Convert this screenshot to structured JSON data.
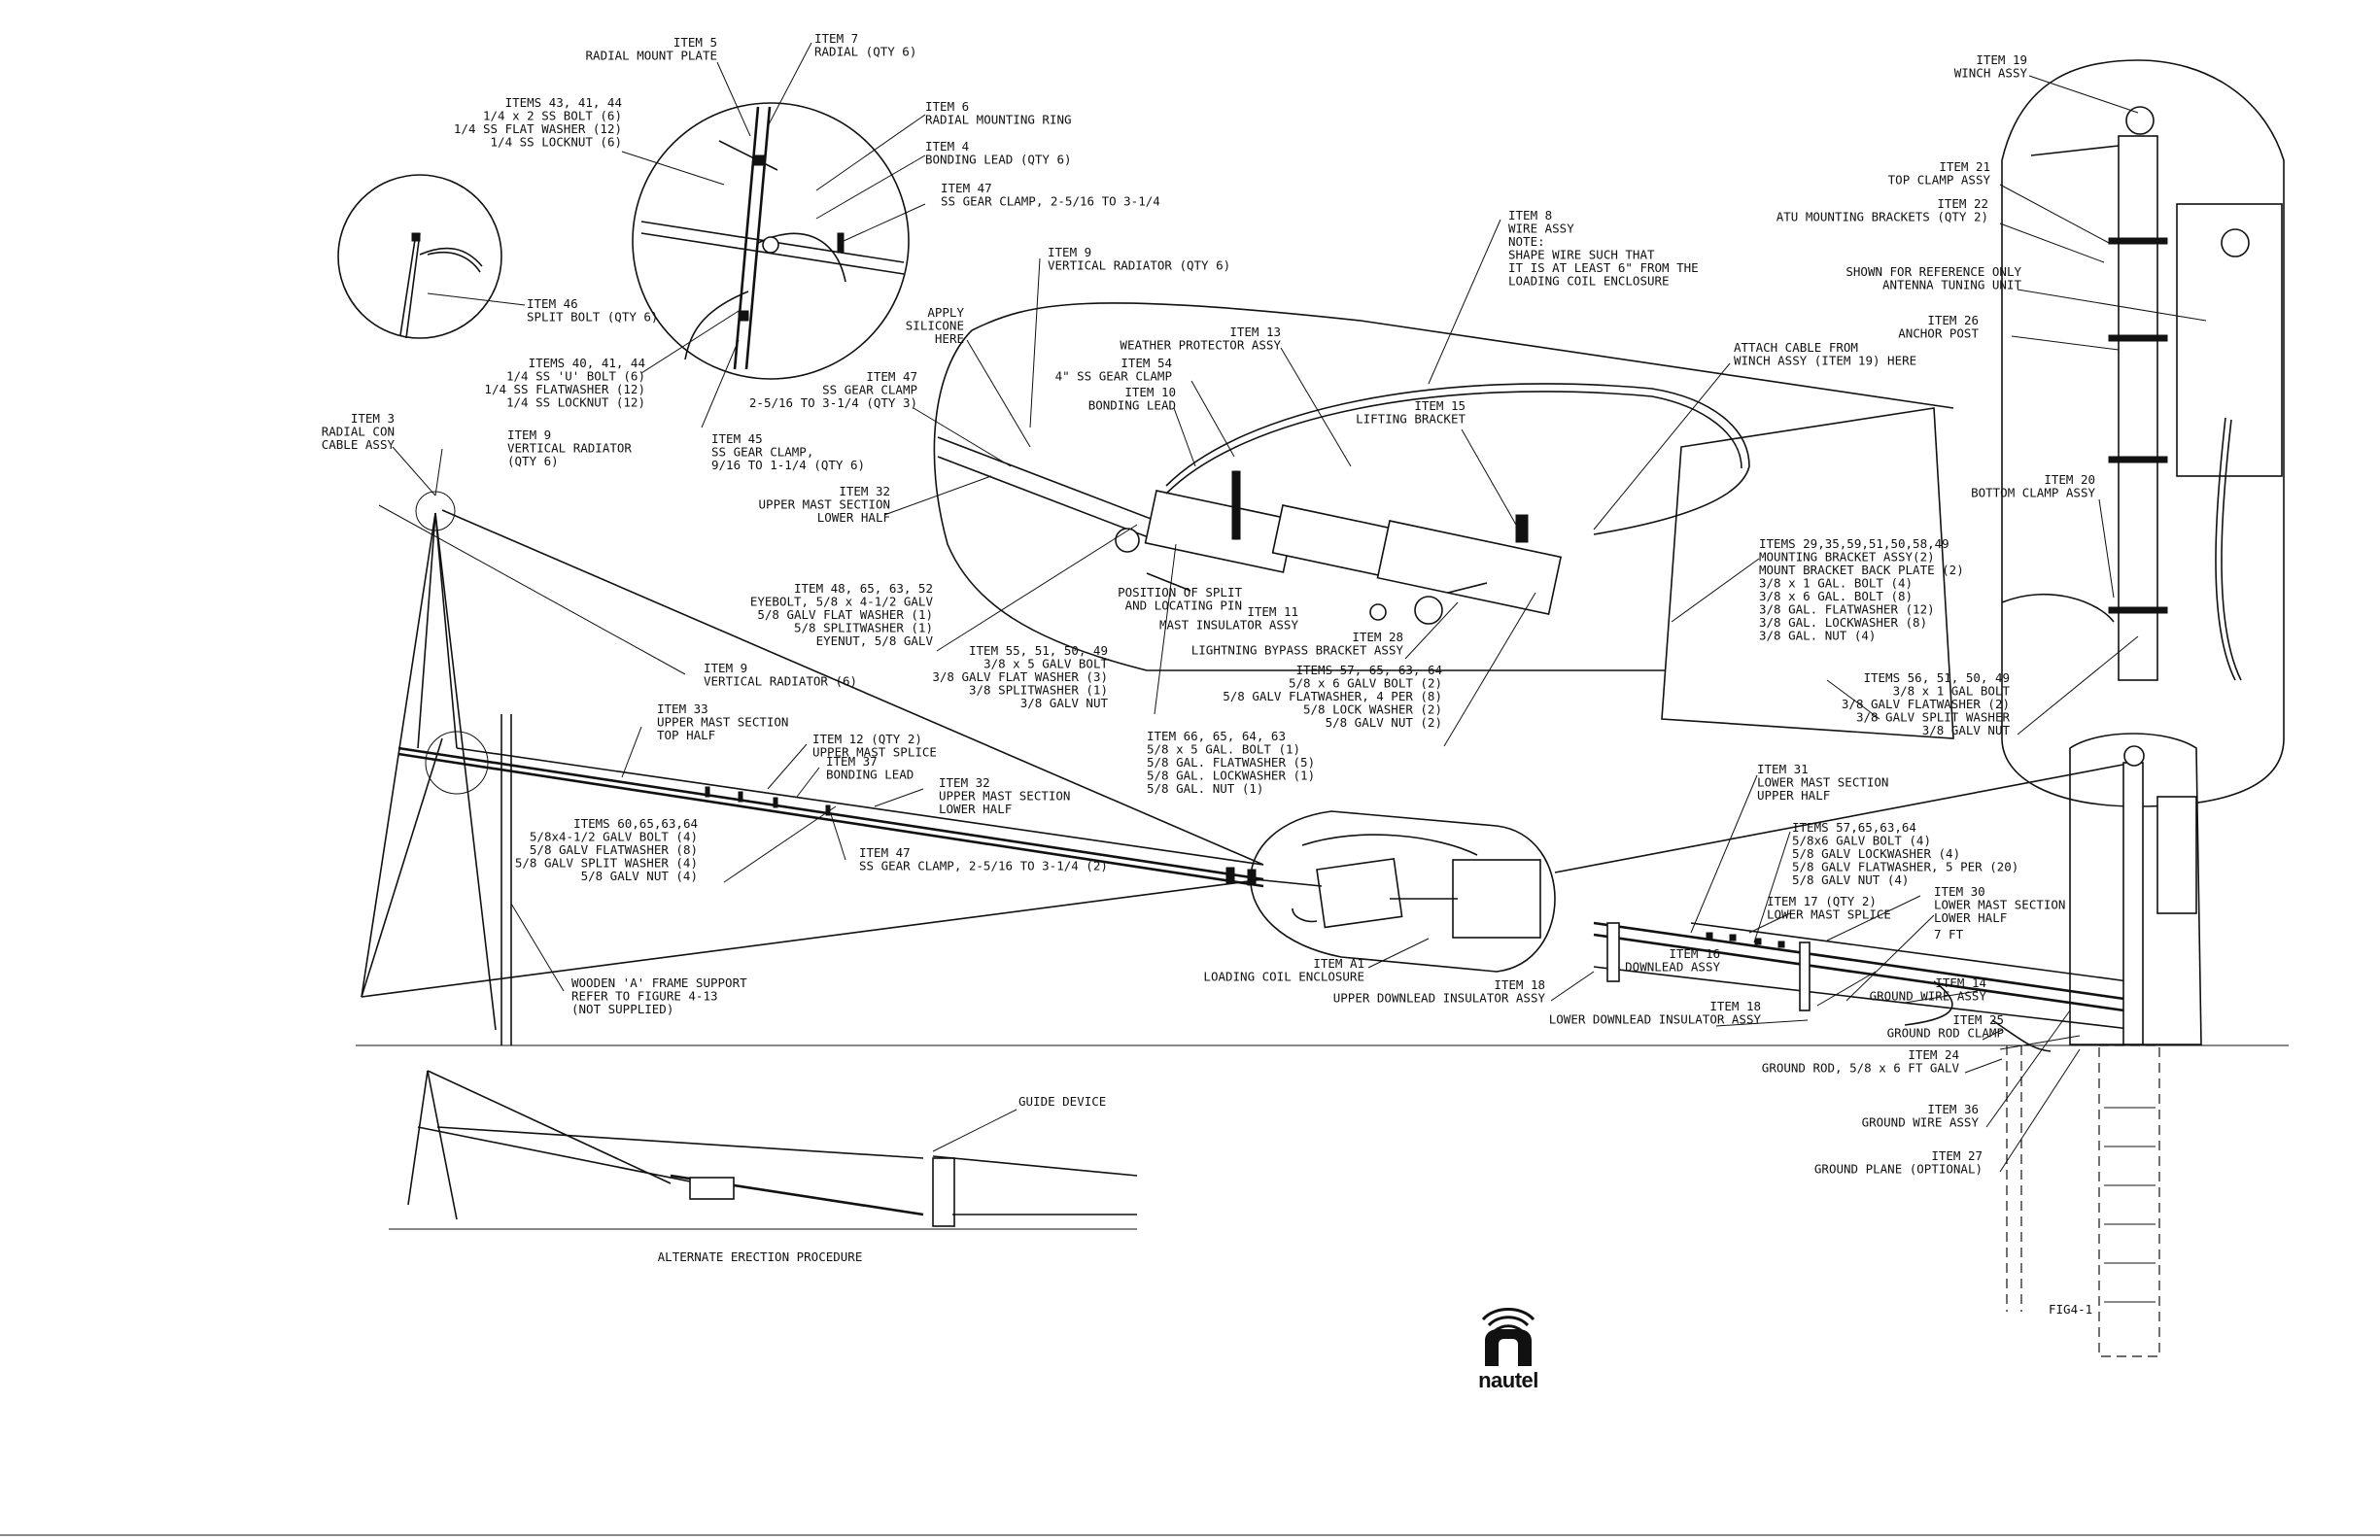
{
  "callouts": {
    "c_item5": [
      "ITEM 5",
      "RADIAL MOUNT PLATE"
    ],
    "c_item7": [
      "ITEM 7",
      "RADIAL (QTY 6)"
    ],
    "c_items43": [
      "ITEMS 43, 41, 44",
      "1/4 x 2 SS BOLT (6)",
      "1/4 SS FLAT WASHER (12)",
      "1/4 SS LOCKNUT (6)"
    ],
    "c_item6": [
      "ITEM 6",
      "RADIAL MOUNTING RING"
    ],
    "c_item4": [
      "ITEM 4",
      "BONDING LEAD (QTY 6)"
    ],
    "c_item47a": [
      "ITEM 47",
      "SS GEAR CLAMP, 2-5/16 TO 3-1/4"
    ],
    "c_item46": [
      "ITEM 46",
      "SPLIT BOLT (QTY 6)"
    ],
    "c_items40": [
      "ITEMS 40, 41, 44",
      "1/4 SS 'U' BOLT (6)",
      "1/4 SS FLATWASHER (12)",
      "1/4 SS LOCKNUT (12)"
    ],
    "c_item3": [
      "ITEM 3",
      "RADIAL CON",
      "CABLE ASSY"
    ],
    "c_item9a": [
      "ITEM 9",
      "VERTICAL RADIATOR",
      "(QTY 6)"
    ],
    "c_item45": [
      "ITEM 45",
      "SS GEAR CLAMP,",
      "9/16 TO 1-1/4 (QTY 6)"
    ],
    "c_item9b": [
      "ITEM 9",
      "VERTICAL RADIATOR (QTY 6)"
    ],
    "c_apply": [
      "APPLY",
      "SILICONE",
      "HERE"
    ],
    "c_item47b": [
      "ITEM 47",
      "SS GEAR CLAMP",
      "2-5/16 TO 3-1/4 (QTY 3)"
    ],
    "c_item32a": [
      "ITEM 32",
      "UPPER MAST SECTION",
      "LOWER HALF"
    ],
    "c_items48": [
      "ITEM 48, 65, 63, 52",
      "EYEBOLT, 5/8 x 4-1/2 GALV",
      "5/8 GALV FLAT WASHER (1)",
      "5/8 SPLITWASHER (1)",
      "EYENUT, 5/8 GALV"
    ],
    "c_item13": [
      "ITEM 13",
      "WEATHER PROTECTOR ASSY"
    ],
    "c_item54": [
      "ITEM 54",
      "4\" SS GEAR CLAMP"
    ],
    "c_item10": [
      "ITEM 10",
      "BONDING LEAD"
    ],
    "c_item8": [
      "ITEM 8",
      "WIRE ASSY",
      "NOTE:",
      "SHAPE WIRE SUCH THAT",
      "IT IS AT LEAST 6\" FROM THE",
      "LOADING COIL ENCLOSURE"
    ],
    "c_attach": [
      "ATTACH CABLE FROM",
      "WINCH ASSY (ITEM 19) HERE"
    ],
    "c_item15": [
      "ITEM 15",
      "LIFTING BRACKET"
    ],
    "c_position": [
      "POSITION OF SPLIT",
      "AND LOCATING PIN"
    ],
    "c_item11": [
      "ITEM 11",
      "MAST INSULATOR ASSY"
    ],
    "c_item28": [
      "ITEM 28",
      "LIGHTNING BYPASS BRACKET ASSY"
    ],
    "c_items29": [
      "ITEMS 29,35,59,51,50,58,49",
      "MOUNTING BRACKET ASSY(2)",
      "MOUNT BRACKET BACK PLATE (2)",
      "3/8 x 1 GAL. BOLT (4)",
      "3/8 x 6 GAL. BOLT (8)",
      "3/8 GAL. FLATWASHER (12)",
      "3/8 GAL. LOCKWASHER (8)",
      "3/8 GAL. NUT (4)"
    ],
    "c_item9c": [
      "ITEM 9",
      "VERTICAL RADIATOR (6)"
    ],
    "c_items55": [
      "ITEM 55, 51, 50, 49",
      "3/8 x 5 GALV BOLT",
      "3/8 GALV FLAT WASHER (3)",
      "3/8 SPLITWASHER (1)",
      "3/8 GALV NUT"
    ],
    "c_items57a": [
      "ITEMS 57, 65, 63, 64",
      "5/8 x 6 GALV BOLT (2)",
      "5/8 GALV FLATWASHER, 4 PER (8)",
      "5/8 LOCK WASHER (2)",
      "5/8 GALV NUT (2)"
    ],
    "c_items66": [
      "ITEM 66, 65, 64, 63",
      "5/8 x 5 GAL. BOLT (1)",
      "5/8 GAL. FLATWASHER (5)",
      "5/8 GAL. LOCKWASHER (1)",
      "5/8 GAL. NUT (1)"
    ],
    "c_item33": [
      "ITEM 33",
      "UPPER MAST SECTION",
      "TOP HALF"
    ],
    "c_item12": [
      "ITEM 12 (QTY 2)",
      "UPPER MAST SPLICE"
    ],
    "c_item37": [
      "ITEM 37",
      "BONDING LEAD"
    ],
    "c_item32b": [
      "ITEM 32",
      "UPPER MAST SECTION",
      "LOWER HALF"
    ],
    "c_items60": [
      "ITEMS 60,65,63,64",
      "5/8x4-1/2 GALV BOLT (4)",
      "5/8 GALV FLATWASHER (8)",
      "5/8 GALV SPLIT WASHER (4)",
      "5/8 GALV NUT (4)"
    ],
    "c_item47c": [
      "ITEM 47",
      "SS GEAR CLAMP, 2-5/16 TO 3-1/4 (2)"
    ],
    "c_wooden": [
      "WOODEN 'A' FRAME SUPPORT",
      "REFER TO FIGURE 4-13",
      "(NOT SUPPLIED)"
    ],
    "c_itemA1": [
      "ITEM A1",
      "LOADING COIL ENCLOSURE"
    ],
    "c_item18a": [
      "ITEM 18",
      "UPPER DOWNLEAD INSULATOR ASSY"
    ],
    "c_item31": [
      "ITEM 31",
      "LOWER MAST SECTION",
      "UPPER HALF"
    ],
    "c_items57b": [
      "ITEMS 57,65,63,64",
      "5/8x6 GALV BOLT (4)",
      "5/8 GALV LOCKWASHER (4)",
      "5/8 GALV FLATWASHER, 5 PER (20)",
      "5/8 GALV NUT (4)"
    ],
    "c_item17": [
      "ITEM 17 (QTY 2)",
      "LOWER MAST SPLICE"
    ],
    "c_item30": [
      "ITEM 30",
      "LOWER MAST SECTION",
      "LOWER HALF"
    ],
    "c_7ft": [
      "7 FT"
    ],
    "c_item16": [
      "ITEM 16",
      "DOWNLEAD ASSY"
    ],
    "c_item14": [
      "ITEM 14",
      "GROUND WIRE ASSY"
    ],
    "c_item18b": [
      "ITEM 18",
      "LOWER DOWNLEAD INSULATOR ASSY"
    ],
    "c_item25": [
      "ITEM 25",
      "GROUND ROD CLAMP"
    ],
    "c_item24": [
      "ITEM 24",
      "GROUND ROD, 5/8 x 6 FT GALV"
    ],
    "c_item36": [
      "ITEM 36",
      "GROUND WIRE ASSY"
    ],
    "c_item27": [
      "ITEM 27",
      "GROUND PLANE (OPTIONAL)"
    ],
    "c_item19": [
      "ITEM 19",
      "WINCH ASSY"
    ],
    "c_item21": [
      "ITEM 21",
      "TOP CLAMP ASSY"
    ],
    "c_item22": [
      "ITEM 22",
      "ATU MOUNTING BRACKETS (QTY 2)"
    ],
    "c_shown": [
      "SHOWN FOR REFERENCE ONLY",
      "ANTENNA TUNING UNIT"
    ],
    "c_item26": [
      "ITEM 26",
      "ANCHOR POST"
    ],
    "c_item20": [
      "ITEM 20",
      "BOTTOM CLAMP ASSY"
    ],
    "c_items56": [
      "ITEMS 56, 51, 50, 49",
      "3/8 x 1 GAL BOLT",
      "3/8 GALV FLATWASHER (2)",
      "3/8 GALV SPLIT WASHER",
      "3/8 GALV NUT"
    ],
    "c_guide": [
      "GUIDE DEVICE"
    ],
    "c_alt": [
      "ALTERNATE ERECTION PROCEDURE"
    ],
    "c_fig": [
      "FIG4-1"
    ]
  },
  "logo": {
    "text": "nautel"
  }
}
